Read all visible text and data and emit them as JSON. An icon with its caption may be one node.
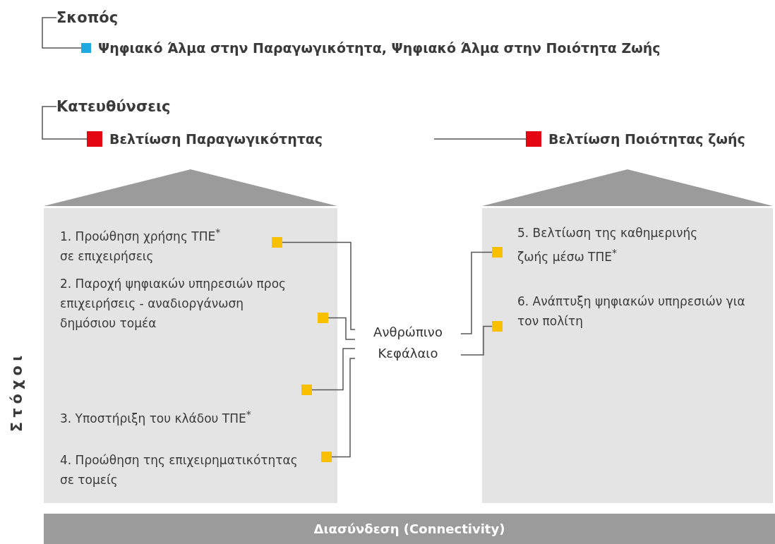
{
  "diagram": {
    "nodes": [
      {
        "text": [
          "Σκοπός"
        ]
      },
      {
        "text": [
          "Ψηφιακό Άλμα στην Παραγωγικότητα, Ψηφιακό Άλμα στην Ποιότητα Ζωής"
        ]
      },
      {
        "text": [
          "Κατευθύνσεις"
        ]
      },
      {
        "text": [
          "Βελτίωση Παραγωγικότητας"
        ]
      },
      {
        "text": [
          "Βελτίωση Ποιότητας ζωής"
        ]
      },
      {
        "text": [],
        "shape": "box"
      },
      {
        "text": [
          "1. Προώθηση χρήσης ΤΠΕ$^{*}$ σε επιχειρήσεις"
        ],
        "in": 5
      },
      {
        "text": [
          "2. Παροχή ψηφιακών υπηρεσιών προς επιχειρήσεις - αναδιοργάνωση δημόσιου τομέα"
        ],
        "in": 5
      },
      {
        "text": [
          "3. Υποστήριξη του κλάδου ΤΠΕ$^{*}$"
        ],
        "in": 5
      },
      {
        "text": [
          "4. Προώθηση της επιχειρηματικότητας σε τομείς"
        ],
        "in": 5
      },
      {
        "text": [],
        "shape": "box"
      },
      {
        "text": [
          "5. Βελτίωση της καθημερινής ζωής μέσω ΤΠΕ$^{*}$"
        ],
        "in": 10
      },
      {
        "text": [
          "6. Ανάπτυξη ψηφιακών υπηρεσιών για τον πολίτη"
        ],
        "in": 10
      },
      {
        "text": [
          "Ανθρώπινο Κεφάλαιο"
        ]
      },
      {
        "text": [
          "Διασύνδεση (Connectivity)"
        ]
      }
    ],
    "edges": [
      {
        "from": 0,
        "to": 1,
        "arrow": "none"
      },
      {
        "from": 2,
        "to": 3,
        "arrow": "none"
      },
      {
        "from": null,
        "to": 4,
        "arrow": "none"
      },
      {
        "from": 6,
        "to": 13,
        "arrow": "none"
      },
      {
        "from": 7,
        "to": 13,
        "arrow": "none"
      },
      {
        "from": 8,
        "to": 13,
        "arrow": "none"
      },
      {
        "from": 9,
        "to": 13,
        "arrow": "none"
      },
      {
        "from": 13,
        "to": 11,
        "arrow": "none"
      },
      {
        "from": 13,
        "to": 12,
        "arrow": "none"
      }
    ],
    "labels": [
      "Στόχοι"
    ]
  }
}
